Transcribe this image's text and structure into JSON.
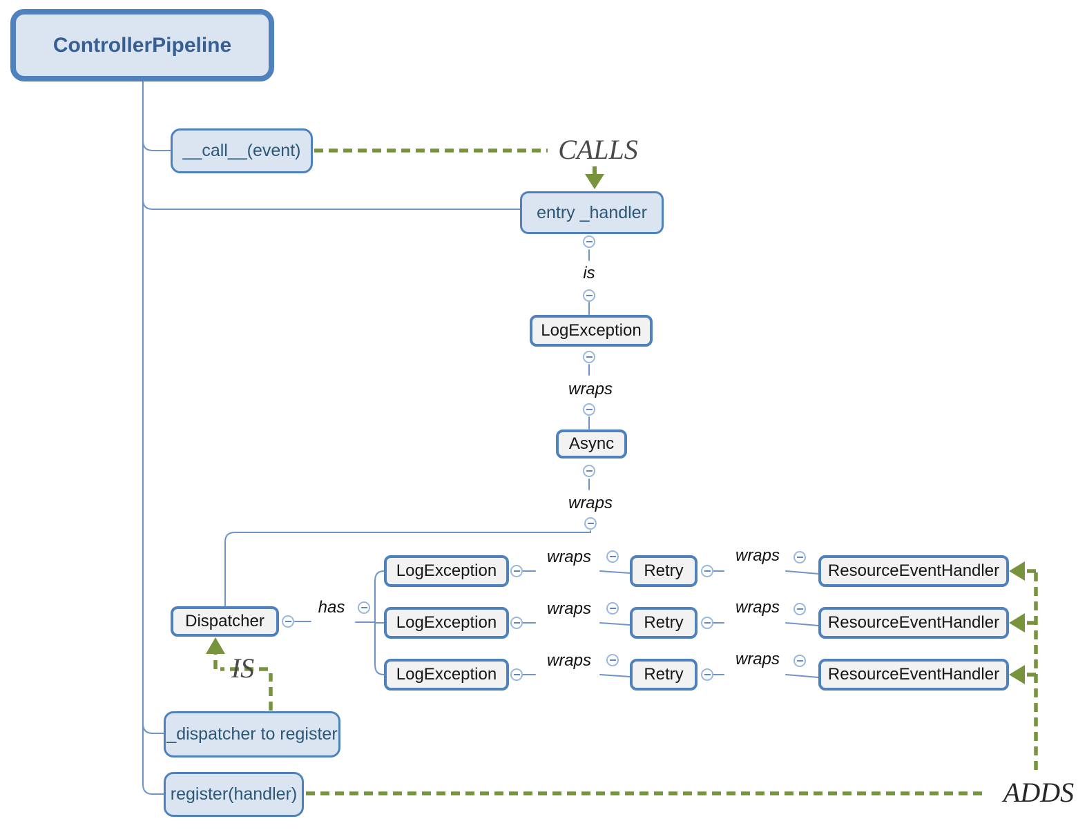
{
  "nodes": {
    "root": "ControllerPipeline",
    "call_event": "__call__(event)",
    "entry_handler": "entry _handler",
    "log_exception": "LogException",
    "async": "Async",
    "dispatcher": "Dispatcher",
    "retry": "Retry",
    "resource_event_handler": "ResourceEventHandler",
    "dispatcher_to_register": "_dispatcher to register",
    "register_handler": "register(handler)"
  },
  "edge_labels": {
    "is": "is",
    "wraps": "wraps",
    "has": "has"
  },
  "relations": {
    "calls": "CALLS",
    "is": "IS",
    "adds": "ADDS"
  },
  "colors": {
    "node_border": "#4f81bd",
    "blue_fill": "#dbe5f1",
    "gray_fill": "#f2f2f2",
    "blue_text": "#2c5777",
    "connector_blue": "#6e94c9",
    "relation_green": "#77933c",
    "relation_text_gray": "#4a4a4a"
  }
}
